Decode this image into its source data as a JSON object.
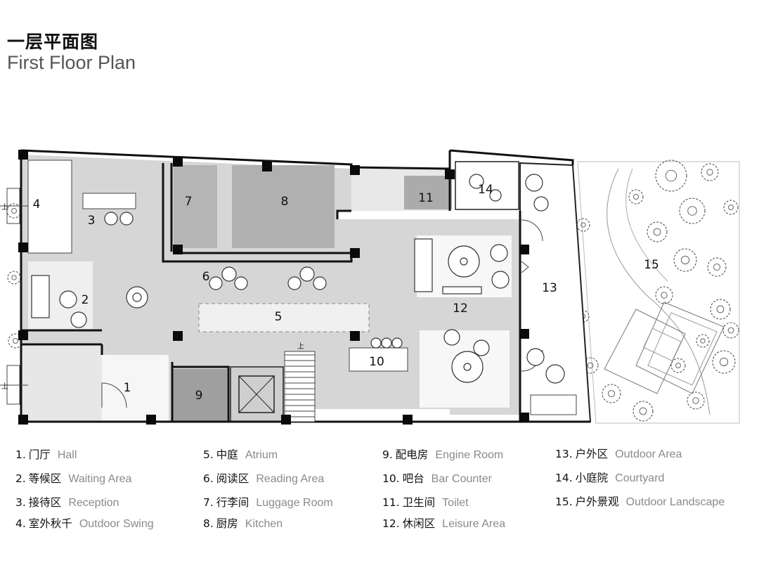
{
  "title": {
    "cn": "一层平面图",
    "en": "First Floor Plan"
  },
  "plan_labels": {
    "r1": "1",
    "r2": "2",
    "r3": "3",
    "r4": "4",
    "r5": "5",
    "r6": "6",
    "r7": "7",
    "r8": "8",
    "r9": "9",
    "r10": "10",
    "r11": "11",
    "r12": "12",
    "r13": "13",
    "r14": "14",
    "r15": "15",
    "entry_mark": "上"
  },
  "legend": [
    {
      "num": "1.",
      "cn": "门厅",
      "en": "Hall"
    },
    {
      "num": "2.",
      "cn": "等候区",
      "en": "Waiting Area"
    },
    {
      "num": "3.",
      "cn": "接待区",
      "en": "Reception"
    },
    {
      "num": "4.",
      "cn": "室外秋千",
      "en": "Outdoor Swing"
    },
    {
      "num": "5.",
      "cn": "中庭",
      "en": "Atrium"
    },
    {
      "num": "6.",
      "cn": "阅读区",
      "en": "Reading Area"
    },
    {
      "num": "7.",
      "cn": "行李间",
      "en": "Luggage Room"
    },
    {
      "num": "8.",
      "cn": "厨房",
      "en": "Kitchen"
    },
    {
      "num": "9.",
      "cn": "配电房",
      "en": "Engine Room"
    },
    {
      "num": "10.",
      "cn": "吧台",
      "en": "Bar Counter"
    },
    {
      "num": "11.",
      "cn": "卫生间",
      "en": "Toilet"
    },
    {
      "num": "12.",
      "cn": "休闲区",
      "en": "Leisure Area"
    },
    {
      "num": "13.",
      "cn": "户外区",
      "en": "Outdoor Area"
    },
    {
      "num": "14.",
      "cn": "小庭院",
      "en": "Courtyard"
    },
    {
      "num": "15.",
      "cn": "户外景观",
      "en": "Outdoor  Landscape"
    }
  ]
}
